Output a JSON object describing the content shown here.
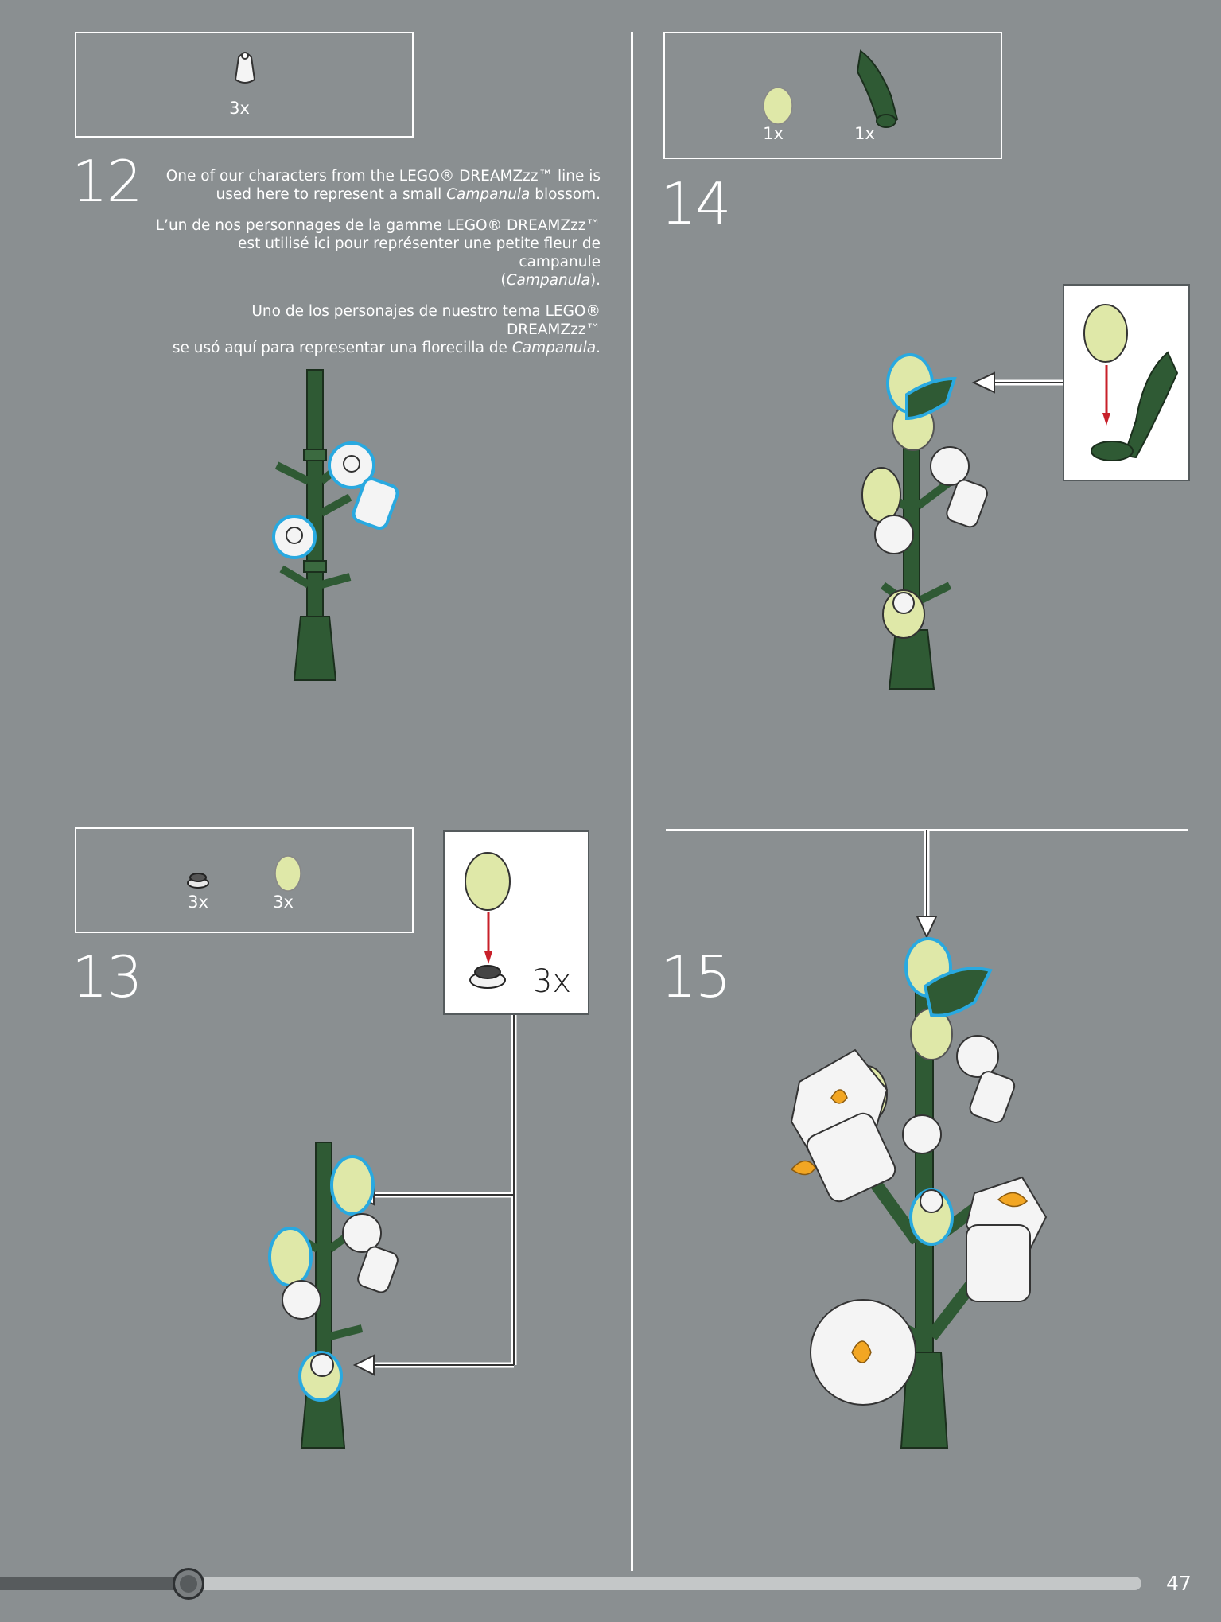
{
  "steps": [
    {
      "number": "12",
      "parts": [
        {
          "icon": "white-bell-flower-icon",
          "qty": "3x"
        }
      ],
      "description": {
        "en_1": "One of our characters from the LEGO® DREAMZzz™ line is",
        "en_2a": "used here to represent a small ",
        "en_2b": "Campanula",
        "en_2c": " blossom.",
        "fr_1": "L’un de nos personnages de la gamme LEGO® DREAMZzz™",
        "fr_2": "est utilisé ici pour représenter une petite fleur de campanule",
        "fr_3a": "(",
        "fr_3b": "Campanula",
        "fr_3c": ").",
        "es_1": "Uno de los personajes de nuestro tema LEGO® DREAMZzz™",
        "es_2a": "se usó aquí para representar una florecilla de ",
        "es_2b": "Campanula",
        "es_2c": "."
      }
    },
    {
      "number": "13",
      "parts": [
        {
          "icon": "round-plate-icon",
          "qty": "3x"
        },
        {
          "icon": "green-egg-icon",
          "qty": "3x"
        }
      ],
      "callout_qty": "3x"
    },
    {
      "number": "14",
      "parts": [
        {
          "icon": "green-egg-icon",
          "qty": "1x"
        },
        {
          "icon": "dark-green-leaf-icon",
          "qty": "1x"
        }
      ]
    },
    {
      "number": "15"
    }
  ],
  "footer": {
    "page_number": "47",
    "progress": 0.165
  },
  "colors": {
    "background": "#8a8f91",
    "stem_green": "#2f5a34",
    "egg_green": "#dfe8a8",
    "highlight_blue": "#29a9e0",
    "arrow_red": "#c8202a",
    "orange": "#f2a623"
  }
}
